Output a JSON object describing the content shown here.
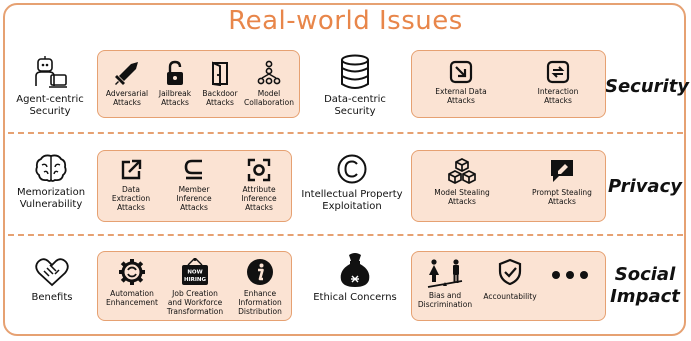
{
  "title": "Real-world Issues",
  "rows": {
    "security": {
      "label": "Security",
      "left": {
        "label_line1": "Agent-centric",
        "label_line2": "Security",
        "icon": "robot-agent-icon"
      },
      "panel1": [
        {
          "line1": "Adversarial",
          "line2": "Attacks",
          "icon": "sword-icon"
        },
        {
          "line1": "Jailbreak",
          "line2": "Attacks",
          "icon": "unlock-icon"
        },
        {
          "line1": "Backdoor",
          "line2": "Attacks",
          "icon": "door-icon"
        },
        {
          "line1": "Model",
          "line2": "Collaboration",
          "icon": "network-icon"
        }
      ],
      "middle": {
        "label_line1": "Data-centric",
        "label_line2": "Security",
        "icon": "database-icon"
      },
      "panel2": [
        {
          "line1": "External Data",
          "line2": "Attacks",
          "icon": "import-arrow-icon"
        },
        {
          "line1": "Interaction",
          "line2": "Attacks",
          "icon": "exchange-icon"
        }
      ]
    },
    "privacy": {
      "label": "Privacy",
      "left": {
        "label_line1": "Memorization",
        "label_line2": "Vulnerability",
        "icon": "brain-icon"
      },
      "panel1": [
        {
          "line1": "Data",
          "line2": "Extraction",
          "line3": "Attacks",
          "icon": "external-link-icon"
        },
        {
          "line1": "Member",
          "line2": "Inference",
          "line3": "Attacks",
          "icon": "subset-icon"
        },
        {
          "line1": "Attribute",
          "line2": "Inference",
          "line3": "Attacks",
          "icon": "focus-target-icon"
        }
      ],
      "middle": {
        "label_line1": "Intellectual Property",
        "label_line2": "Exploitation",
        "icon": "copyright-icon"
      },
      "panel2": [
        {
          "line1": "Model Stealing",
          "line2": "Attacks",
          "icon": "cubes-icon"
        },
        {
          "line1": "Prompt Stealing",
          "line2": "Attacks",
          "icon": "edit-message-icon"
        }
      ]
    },
    "social": {
      "label_line1": "Social",
      "label_line2": "Impact",
      "left": {
        "label_line1": "Benefits",
        "icon": "handshake-heart-icon"
      },
      "panel1": [
        {
          "line1": "Automation",
          "line2": "Enhancement",
          "icon": "gear-cycle-icon"
        },
        {
          "line1": "Job Creation",
          "line2": "and Workforce",
          "line3": "Transformation",
          "icon": "now-hiring-sign-icon",
          "sign_line1": "NOW",
          "sign_line2": "HIRING"
        },
        {
          "line1": "Enhance",
          "line2": "Information",
          "line3": "Distribution",
          "icon": "info-icon"
        }
      ],
      "middle": {
        "label_line1": "Ethical Concerns",
        "icon": "bag-icon"
      },
      "panel2": [
        {
          "line1": "Bias and",
          "line2": "Discrimination",
          "icon": "scale-people-icon"
        },
        {
          "line1": "Accountability",
          "icon": "shield-check-icon"
        },
        {
          "line1": "",
          "icon": "more-dots-icon"
        }
      ]
    }
  },
  "colors": {
    "accent": "#e8864a",
    "border": "#e6a172",
    "panel": "#fbe3d3"
  }
}
